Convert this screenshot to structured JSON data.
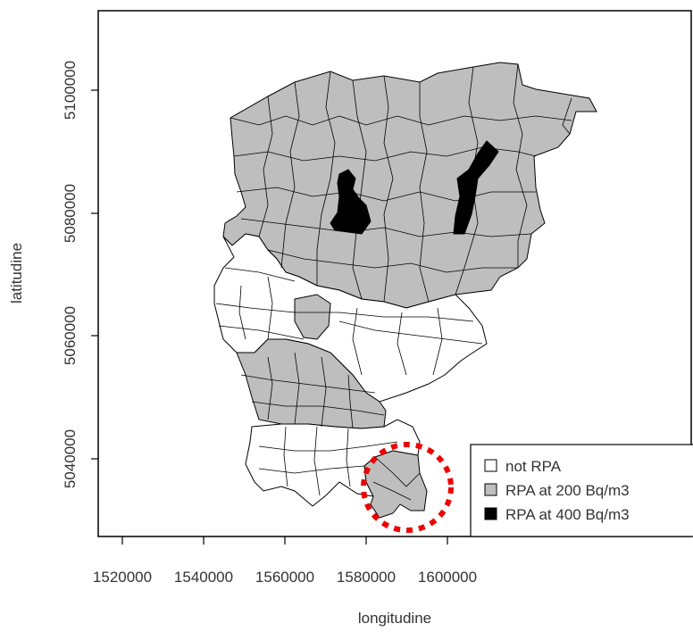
{
  "map": {
    "xlabel": "longitudine",
    "ylabel": "latitudine",
    "x_ticks": [
      "1520000",
      "1540000",
      "1560000",
      "1580000",
      "1600000"
    ],
    "y_ticks": [
      "5040000",
      "5060000",
      "5080000",
      "5100000"
    ],
    "legend": {
      "items": [
        {
          "label": "not RPA",
          "color": "#ffffff"
        },
        {
          "label": "RPA at 200 Bq/m3",
          "color": "#bebebe"
        },
        {
          "label": "RPA at 400 Bq/m3",
          "color": "#000000"
        }
      ]
    },
    "colors": {
      "grey": "#bebebe",
      "white": "#ffffff",
      "black": "#000000",
      "highlight": "#ee0000"
    }
  }
}
